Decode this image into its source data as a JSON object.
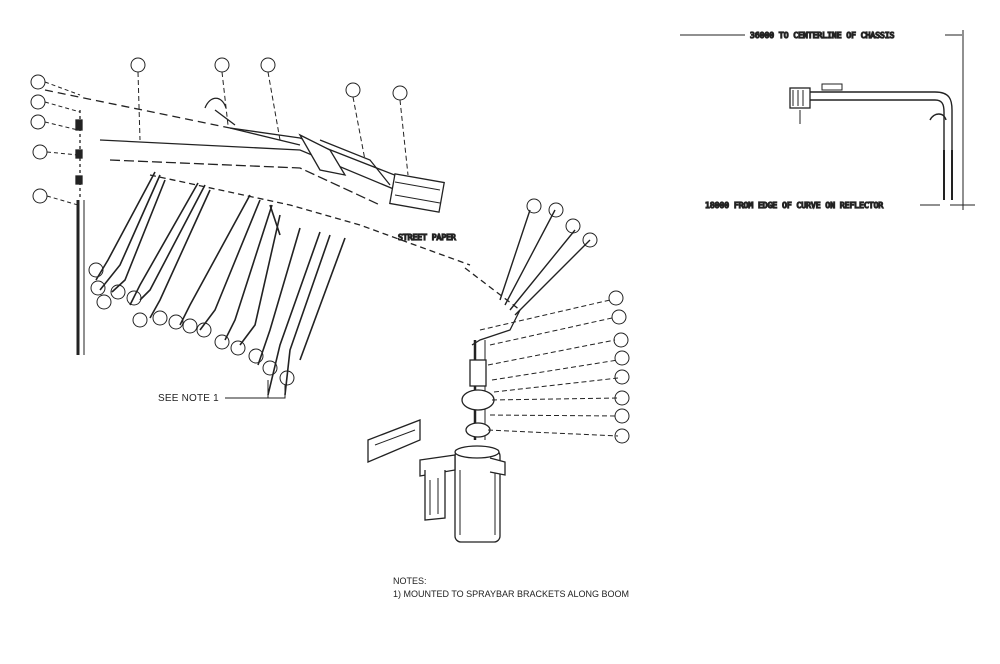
{
  "callouts": {
    "see_note": "SEE NOTE 1"
  },
  "notes": {
    "title": "NOTES:",
    "items": [
      "1) MOUNTED TO SPRAYBAR BRACKETS ALONG BOOM"
    ]
  },
  "detail_dimensions": {
    "top": "36000 TO CENTERLINE OF CHASSIS",
    "bottom": "18000 FROM EDGE OF CURVE ON REFLECTOR",
    "mid": "STREET PAPER"
  }
}
